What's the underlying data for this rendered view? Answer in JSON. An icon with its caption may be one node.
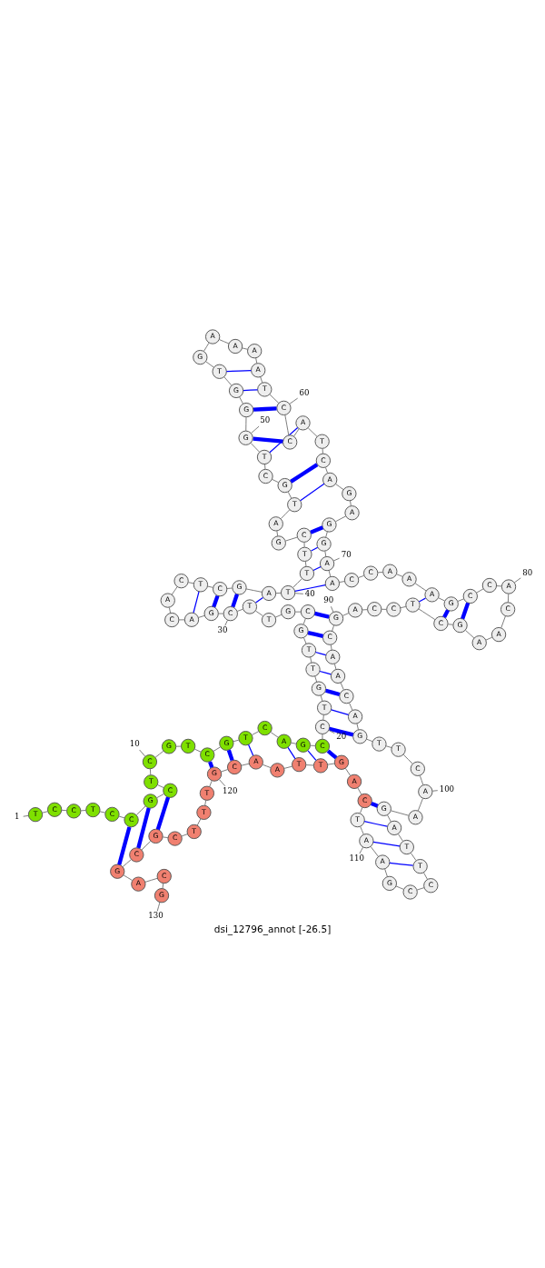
{
  "diagram": {
    "caption": "dsi_12796_annot [-26.5]",
    "nodes": [
      {
        "text": [
          "T"
        ]
      },
      {
        "text": [
          "C"
        ]
      },
      {
        "text": [
          "C"
        ]
      },
      {
        "text": [
          "T"
        ]
      },
      {
        "text": [
          "C"
        ]
      },
      {
        "text": [
          "C"
        ]
      },
      {
        "text": [
          "G"
        ]
      },
      {
        "text": [
          "C"
        ]
      },
      {
        "text": [
          "T"
        ]
      },
      {
        "text": [
          "C"
        ]
      },
      {
        "text": [
          "G"
        ]
      },
      {
        "text": [
          "T"
        ]
      },
      {
        "text": [
          "C"
        ]
      },
      {
        "text": [
          "G"
        ]
      },
      {
        "text": [
          "T"
        ]
      },
      {
        "text": [
          "C"
        ]
      },
      {
        "text": [
          "A"
        ]
      },
      {
        "text": [
          "G"
        ]
      },
      {
        "text": [
          "C"
        ]
      },
      {
        "text": [
          "C"
        ]
      },
      {
        "text": [
          "T"
        ]
      },
      {
        "text": [
          "G"
        ]
      },
      {
        "text": [
          "T"
        ]
      },
      {
        "text": [
          "T"
        ]
      },
      {
        "text": [
          "G"
        ]
      },
      {
        "text": [
          "C"
        ]
      },
      {
        "text": [
          "G"
        ]
      },
      {
        "text": [
          "T"
        ]
      },
      {
        "text": [
          "T"
        ]
      },
      {
        "text": [
          "C"
        ]
      },
      {
        "text": [
          "G"
        ]
      },
      {
        "text": [
          "A"
        ]
      },
      {
        "text": [
          "C"
        ]
      },
      {
        "text": [
          "A"
        ]
      },
      {
        "text": [
          "C"
        ]
      },
      {
        "text": [
          "T"
        ]
      },
      {
        "text": [
          "C"
        ]
      },
      {
        "text": [
          "G"
        ]
      },
      {
        "text": [
          "A"
        ]
      },
      {
        "text": [
          "T"
        ]
      },
      {
        "text": [
          "T"
        ]
      },
      {
        "text": [
          "T"
        ]
      },
      {
        "text": [
          "C"
        ]
      },
      {
        "text": [
          "G"
        ]
      },
      {
        "text": [
          "A"
        ]
      },
      {
        "text": [
          "T"
        ]
      },
      {
        "text": [
          "G"
        ]
      },
      {
        "text": [
          "C"
        ]
      },
      {
        "text": [
          "T"
        ]
      },
      {
        "text": [
          "G"
        ]
      },
      {
        "text": [
          "G"
        ]
      },
      {
        "text": [
          "G"
        ]
      },
      {
        "text": [
          "T"
        ]
      },
      {
        "text": [
          "G"
        ]
      },
      {
        "text": [
          "A"
        ]
      },
      {
        "text": [
          "A"
        ]
      },
      {
        "text": [
          "A"
        ]
      },
      {
        "text": [
          "A"
        ]
      },
      {
        "text": [
          "T"
        ]
      },
      {
        "text": [
          "C"
        ]
      },
      {
        "text": [
          "C"
        ]
      },
      {
        "text": [
          "A"
        ]
      },
      {
        "text": [
          "T"
        ]
      },
      {
        "text": [
          "C"
        ]
      },
      {
        "text": [
          "A"
        ]
      },
      {
        "text": [
          "G"
        ]
      },
      {
        "text": [
          "A"
        ]
      },
      {
        "text": [
          "G"
        ]
      },
      {
        "text": [
          "G"
        ]
      },
      {
        "text": [
          "A"
        ]
      },
      {
        "text": [
          "A"
        ]
      },
      {
        "text": [
          "C"
        ]
      },
      {
        "text": [
          "C"
        ]
      },
      {
        "text": [
          "A"
        ]
      },
      {
        "text": [
          "A"
        ]
      },
      {
        "text": [
          "A"
        ]
      },
      {
        "text": [
          "G"
        ]
      },
      {
        "text": [
          "C"
        ]
      },
      {
        "text": [
          "C"
        ]
      },
      {
        "text": [
          "A"
        ]
      },
      {
        "text": [
          "C"
        ]
      },
      {
        "text": [
          "A"
        ]
      },
      {
        "text": [
          "A"
        ]
      },
      {
        "text": [
          "G"
        ]
      },
      {
        "text": [
          "C"
        ]
      },
      {
        "text": [
          "T"
        ]
      },
      {
        "text": [
          "C"
        ]
      },
      {
        "text": [
          "C"
        ]
      },
      {
        "text": [
          "A"
        ]
      },
      {
        "text": [
          "G"
        ]
      },
      {
        "text": [
          "C"
        ]
      },
      {
        "text": [
          "A"
        ]
      },
      {
        "text": [
          "A"
        ]
      },
      {
        "text": [
          "C"
        ]
      },
      {
        "text": [
          "A"
        ]
      },
      {
        "text": [
          "G"
        ]
      },
      {
        "text": [
          "T"
        ]
      },
      {
        "text": [
          "T"
        ]
      },
      {
        "text": [
          "C"
        ]
      },
      {
        "text": [
          "A"
        ]
      },
      {
        "text": [
          "A"
        ]
      },
      {
        "text": [
          "G"
        ]
      },
      {
        "text": [
          "A"
        ]
      },
      {
        "text": [
          "T"
        ]
      },
      {
        "text": [
          "T"
        ]
      },
      {
        "text": [
          "C"
        ]
      },
      {
        "text": [
          "C"
        ]
      },
      {
        "text": [
          "G"
        ]
      },
      {
        "text": [
          "A"
        ]
      },
      {
        "text": [
          "A"
        ]
      },
      {
        "text": [
          "T"
        ]
      },
      {
        "text": [
          "C"
        ]
      },
      {
        "text": [
          "A"
        ]
      },
      {
        "text": [
          "G"
        ]
      },
      {
        "text": [
          "T"
        ]
      },
      {
        "text": [
          "T"
        ]
      },
      {
        "text": [
          "A"
        ]
      },
      {
        "text": [
          "A"
        ]
      },
      {
        "text": [
          "C"
        ]
      },
      {
        "text": [
          "G"
        ]
      },
      {
        "text": [
          "T"
        ]
      },
      {
        "text": [
          "T"
        ]
      },
      {
        "text": [
          "T"
        ]
      },
      {
        "text": [
          "C"
        ]
      },
      {
        "text": [
          "G"
        ]
      },
      {
        "text": [
          "C"
        ]
      },
      {
        "text": [
          "G"
        ]
      },
      {
        "text": [
          "A"
        ]
      },
      {
        "text": [
          "C"
        ]
      },
      {
        "text": [
          "G"
        ]
      },
      {
        "text": [
          "1"
        ]
      },
      {
        "text": [
          "10"
        ]
      },
      {
        "text": [
          "20"
        ]
      },
      {
        "text": [
          "30"
        ]
      },
      {
        "text": [
          "40"
        ]
      },
      {
        "text": [
          "50"
        ]
      },
      {
        "text": [
          "60"
        ]
      },
      {
        "text": [
          "70"
        ]
      },
      {
        "text": [
          "80"
        ]
      },
      {
        "text": [
          "90"
        ]
      },
      {
        "text": [
          "100"
        ]
      },
      {
        "text": [
          "110"
        ]
      },
      {
        "text": [
          "120"
        ]
      },
      {
        "text": [
          "130"
        ]
      }
    ],
    "edges": [
      {
        "from": 0,
        "to": 1,
        "arrow": "none"
      },
      {
        "from": 1,
        "to": 2,
        "arrow": "none"
      },
      {
        "from": 2,
        "to": 3,
        "arrow": "none"
      },
      {
        "from": 3,
        "to": 4,
        "arrow": "none"
      },
      {
        "from": 4,
        "to": 5,
        "arrow": "none"
      },
      {
        "from": 5,
        "to": 6,
        "arrow": "none"
      },
      {
        "from": 6,
        "to": 7,
        "arrow": "none"
      },
      {
        "from": 7,
        "to": 8,
        "arrow": "none"
      },
      {
        "from": 8,
        "to": 9,
        "arrow": "none"
      },
      {
        "from": 9,
        "to": 10,
        "arrow": "none"
      },
      {
        "from": 10,
        "to": 11,
        "arrow": "none"
      },
      {
        "from": 11,
        "to": 12,
        "arrow": "none"
      },
      {
        "from": 12,
        "to": 13,
        "arrow": "none"
      },
      {
        "from": 13,
        "to": 14,
        "arrow": "none"
      },
      {
        "from": 14,
        "to": 15,
        "arrow": "none"
      },
      {
        "from": 15,
        "to": 16,
        "arrow": "none"
      },
      {
        "from": 16,
        "to": 17,
        "arrow": "none"
      },
      {
        "from": 17,
        "to": 18,
        "arrow": "none"
      },
      {
        "from": 18,
        "to": 19,
        "arrow": "none"
      },
      {
        "from": 19,
        "to": 20,
        "arrow": "none"
      },
      {
        "from": 20,
        "to": 21,
        "arrow": "none"
      },
      {
        "from": 21,
        "to": 22,
        "arrow": "none"
      },
      {
        "from": 22,
        "to": 23,
        "arrow": "none"
      },
      {
        "from": 23,
        "to": 24,
        "arrow": "none"
      },
      {
        "from": 24,
        "to": 25,
        "arrow": "none"
      },
      {
        "from": 25,
        "to": 26,
        "arrow": "none"
      },
      {
        "from": 26,
        "to": 27,
        "arrow": "none"
      },
      {
        "from": 27,
        "to": 28,
        "arrow": "none"
      },
      {
        "from": 28,
        "to": 29,
        "arrow": "none"
      },
      {
        "from": 29,
        "to": 30,
        "arrow": "none"
      },
      {
        "from": 30,
        "to": 31,
        "arrow": "none"
      },
      {
        "from": 31,
        "to": 32,
        "arrow": "none"
      },
      {
        "from": 32,
        "to": 33,
        "arrow": "none"
      },
      {
        "from": 33,
        "to": 34,
        "arrow": "none"
      },
      {
        "from": 34,
        "to": 35,
        "arrow": "none"
      },
      {
        "from": 35,
        "to": 36,
        "arrow": "none"
      },
      {
        "from": 36,
        "to": 37,
        "arrow": "none"
      },
      {
        "from": 37,
        "to": 38,
        "arrow": "none"
      },
      {
        "from": 38,
        "to": 39,
        "arrow": "none"
      },
      {
        "from": 39,
        "to": 40,
        "arrow": "none"
      },
      {
        "from": 40,
        "to": 41,
        "arrow": "none"
      },
      {
        "from": 41,
        "to": 42,
        "arrow": "none"
      },
      {
        "from": 42,
        "to": 43,
        "arrow": "none"
      },
      {
        "from": 43,
        "to": 44,
        "arrow": "none"
      },
      {
        "from": 44,
        "to": 45,
        "arrow": "none"
      },
      {
        "from": 45,
        "to": 46,
        "arrow": "none"
      },
      {
        "from": 46,
        "to": 47,
        "arrow": "none"
      },
      {
        "from": 47,
        "to": 48,
        "arrow": "none"
      },
      {
        "from": 48,
        "to": 49,
        "arrow": "none"
      },
      {
        "from": 49,
        "to": 50,
        "arrow": "none"
      },
      {
        "from": 50,
        "to": 51,
        "arrow": "none"
      },
      {
        "from": 51,
        "to": 52,
        "arrow": "none"
      },
      {
        "from": 52,
        "to": 53,
        "arrow": "none"
      },
      {
        "from": 53,
        "to": 54,
        "arrow": "none"
      },
      {
        "from": 54,
        "to": 55,
        "arrow": "none"
      },
      {
        "from": 55,
        "to": 56,
        "arrow": "none"
      },
      {
        "from": 56,
        "to": 57,
        "arrow": "none"
      },
      {
        "from": 57,
        "to": 58,
        "arrow": "none"
      },
      {
        "from": 58,
        "to": 59,
        "arrow": "none"
      },
      {
        "from": 59,
        "to": 60,
        "arrow": "none"
      },
      {
        "from": 60,
        "to": 61,
        "arrow": "none"
      },
      {
        "from": 61,
        "to": 62,
        "arrow": "none"
      },
      {
        "from": 62,
        "to": 63,
        "arrow": "none"
      },
      {
        "from": 63,
        "to": 64,
        "arrow": "none"
      },
      {
        "from": 64,
        "to": 65,
        "arrow": "none"
      },
      {
        "from": 65,
        "to": 66,
        "arrow": "none"
      },
      {
        "from": 66,
        "to": 67,
        "arrow": "none"
      },
      {
        "from": 67,
        "to": 68,
        "arrow": "none"
      },
      {
        "from": 68,
        "to": 69,
        "arrow": "none"
      },
      {
        "from": 69,
        "to": 70,
        "arrow": "none"
      },
      {
        "from": 70,
        "to": 71,
        "arrow": "none"
      },
      {
        "from": 71,
        "to": 72,
        "arrow": "none"
      },
      {
        "from": 72,
        "to": 73,
        "arrow": "none"
      },
      {
        "from": 73,
        "to": 74,
        "arrow": "none"
      },
      {
        "from": 74,
        "to": 75,
        "arrow": "none"
      },
      {
        "from": 75,
        "to": 76,
        "arrow": "none"
      },
      {
        "from": 76,
        "to": 77,
        "arrow": "none"
      },
      {
        "from": 77,
        "to": 78,
        "arrow": "none"
      },
      {
        "from": 78,
        "to": 79,
        "arrow": "none"
      },
      {
        "from": 79,
        "to": 80,
        "arrow": "none"
      },
      {
        "from": 80,
        "to": 81,
        "arrow": "none"
      },
      {
        "from": 81,
        "to": 82,
        "arrow": "none"
      },
      {
        "from": 82,
        "to": 83,
        "arrow": "none"
      },
      {
        "from": 83,
        "to": 84,
        "arrow": "none"
      },
      {
        "from": 84,
        "to": 85,
        "arrow": "none"
      },
      {
        "from": 85,
        "to": 86,
        "arrow": "none"
      },
      {
        "from": 86,
        "to": 87,
        "arrow": "none"
      },
      {
        "from": 87,
        "to": 88,
        "arrow": "none"
      },
      {
        "from": 88,
        "to": 89,
        "arrow": "none"
      },
      {
        "from": 89,
        "to": 90,
        "arrow": "none"
      },
      {
        "from": 90,
        "to": 91,
        "arrow": "none"
      },
      {
        "from": 91,
        "to": 92,
        "arrow": "none"
      },
      {
        "from": 92,
        "to": 93,
        "arrow": "none"
      },
      {
        "from": 93,
        "to": 94,
        "arrow": "none"
      },
      {
        "from": 94,
        "to": 95,
        "arrow": "none"
      },
      {
        "from": 95,
        "to": 96,
        "arrow": "none"
      },
      {
        "from": 96,
        "to": 97,
        "arrow": "none"
      },
      {
        "from": 97,
        "to": 98,
        "arrow": "none"
      },
      {
        "from": 98,
        "to": 99,
        "arrow": "none"
      },
      {
        "from": 99,
        "to": 100,
        "arrow": "none"
      },
      {
        "from": 100,
        "to": 101,
        "arrow": "none"
      },
      {
        "from": 101,
        "to": 102,
        "arrow": "none"
      },
      {
        "from": 102,
        "to": 103,
        "arrow": "none"
      },
      {
        "from": 103,
        "to": 104,
        "arrow": "none"
      },
      {
        "from": 104,
        "to": 105,
        "arrow": "none"
      },
      {
        "from": 105,
        "to": 106,
        "arrow": "none"
      },
      {
        "from": 106,
        "to": 107,
        "arrow": "none"
      },
      {
        "from": 107,
        "to": 108,
        "arrow": "none"
      },
      {
        "from": 108,
        "to": 109,
        "arrow": "none"
      },
      {
        "from": 109,
        "to": 110,
        "arrow": "none"
      },
      {
        "from": 110,
        "to": 111,
        "arrow": "none"
      },
      {
        "from": 111,
        "to": 112,
        "arrow": "none"
      },
      {
        "from": 112,
        "to": 113,
        "arrow": "none"
      },
      {
        "from": 113,
        "to": 114,
        "arrow": "none"
      },
      {
        "from": 114,
        "to": 115,
        "arrow": "none"
      },
      {
        "from": 115,
        "to": 116,
        "arrow": "none"
      },
      {
        "from": 116,
        "to": 117,
        "arrow": "none"
      },
      {
        "from": 117,
        "to": 118,
        "arrow": "none"
      },
      {
        "from": 118,
        "to": 119,
        "arrow": "none"
      },
      {
        "from": 119,
        "to": 120,
        "arrow": "none"
      },
      {
        "from": 120,
        "to": 121,
        "arrow": "none"
      },
      {
        "from": 121,
        "to": 122,
        "arrow": "none"
      },
      {
        "from": 122,
        "to": 123,
        "arrow": "none"
      },
      {
        "from": 123,
        "to": 124,
        "arrow": "none"
      },
      {
        "from": 124,
        "to": 125,
        "arrow": "none"
      },
      {
        "from": 125,
        "to": 126,
        "arrow": "none"
      },
      {
        "from": 126,
        "to": 127,
        "arrow": "none"
      },
      {
        "from": 127,
        "to": 128,
        "arrow": "none"
      },
      {
        "from": 128,
        "to": 129,
        "arrow": "none"
      },
      {
        "from": 5,
        "to": 126,
        "arrow": "none",
        "style": "thick",
        "color": "#0000ff"
      },
      {
        "from": 6,
        "to": 125,
        "arrow": "none",
        "style": "thick",
        "color": "#0000ff"
      },
      {
        "from": 7,
        "to": 124,
        "arrow": "none",
        "style": "thick",
        "color": "#0000ff"
      },
      {
        "from": 12,
        "to": 119,
        "arrow": "none",
        "style": "thick",
        "color": "#0000ff"
      },
      {
        "from": 13,
        "to": 118,
        "arrow": "none",
        "style": "thick",
        "color": "#0000ff"
      },
      {
        "from": 14,
        "to": 117,
        "arrow": "none",
        "color": "#0000ff"
      },
      {
        "from": 16,
        "to": 115,
        "arrow": "none",
        "color": "#0000ff"
      },
      {
        "from": 17,
        "to": 114,
        "arrow": "none",
        "color": "#0000ff"
      },
      {
        "from": 18,
        "to": 113,
        "arrow": "none",
        "style": "thick",
        "color": "#0000ff"
      },
      {
        "from": 19,
        "to": 95,
        "arrow": "none",
        "style": "thick",
        "color": "#0000ff"
      },
      {
        "from": 20,
        "to": 94,
        "arrow": "none",
        "color": "#0000ff"
      },
      {
        "from": 21,
        "to": 93,
        "arrow": "none",
        "style": "thick",
        "color": "#0000ff"
      },
      {
        "from": 22,
        "to": 92,
        "arrow": "none",
        "color": "#0000ff"
      },
      {
        "from": 23,
        "to": 91,
        "arrow": "none",
        "color": "#0000ff"
      },
      {
        "from": 24,
        "to": 90,
        "arrow": "none",
        "style": "thick",
        "color": "#0000ff"
      },
      {
        "from": 25,
        "to": 89,
        "arrow": "none",
        "style": "thick",
        "color": "#0000ff"
      },
      {
        "from": 28,
        "to": 38,
        "arrow": "none",
        "color": "#0000ff"
      },
      {
        "from": 29,
        "to": 37,
        "arrow": "none",
        "style": "thick",
        "color": "#0000ff"
      },
      {
        "from": 30,
        "to": 36,
        "arrow": "none",
        "style": "thick",
        "color": "#0000ff"
      },
      {
        "from": 31,
        "to": 35,
        "arrow": "none",
        "color": "#0000ff"
      },
      {
        "from": 39,
        "to": 70,
        "arrow": "none",
        "color": "#0000ff"
      },
      {
        "from": 40,
        "to": 69,
        "arrow": "none",
        "color": "#0000ff"
      },
      {
        "from": 41,
        "to": 68,
        "arrow": "none",
        "color": "#0000ff"
      },
      {
        "from": 42,
        "to": 67,
        "arrow": "none",
        "style": "thick",
        "color": "#0000ff"
      },
      {
        "from": 45,
        "to": 64,
        "arrow": "none",
        "color": "#0000ff"
      },
      {
        "from": 46,
        "to": 63,
        "arrow": "none",
        "style": "thick",
        "color": "#0000ff"
      },
      {
        "from": 48,
        "to": 61,
        "arrow": "none",
        "color": "#0000ff"
      },
      {
        "from": 49,
        "to": 60,
        "arrow": "none",
        "style": "thick",
        "color": "#0000ff"
      },
      {
        "from": 50,
        "to": 59,
        "arrow": "none",
        "style": "thick",
        "color": "#0000ff"
      },
      {
        "from": 51,
        "to": 58,
        "arrow": "none",
        "color": "#0000ff"
      },
      {
        "from": 52,
        "to": 57,
        "arrow": "none",
        "color": "#0000ff"
      },
      {
        "from": 75,
        "to": 85,
        "arrow": "none",
        "color": "#0000ff"
      },
      {
        "from": 76,
        "to": 84,
        "arrow": "none",
        "style": "thick",
        "color": "#0000ff"
      },
      {
        "from": 77,
        "to": 83,
        "arrow": "none",
        "style": "thick",
        "color": "#0000ff"
      },
      {
        "from": 101,
        "to": 111,
        "arrow": "none",
        "style": "thick",
        "color": "#0000ff"
      },
      {
        "from": 102,
        "to": 110,
        "arrow": "none",
        "color": "#0000ff"
      },
      {
        "from": 103,
        "to": 109,
        "arrow": "none",
        "color": "#0000ff"
      },
      {
        "from": 104,
        "to": 108,
        "arrow": "none",
        "color": "#0000ff"
      },
      {
        "from": 130,
        "to": 0,
        "arrow": "none"
      },
      {
        "from": 131,
        "to": 9,
        "arrow": "none"
      },
      {
        "from": 132,
        "to": 19,
        "arrow": "none"
      },
      {
        "from": 133,
        "to": 29,
        "arrow": "none"
      },
      {
        "from": 134,
        "to": 39,
        "arrow": "none"
      },
      {
        "from": 135,
        "to": 49,
        "arrow": "none"
      },
      {
        "from": 136,
        "to": 59,
        "arrow": "none"
      },
      {
        "from": 137,
        "to": 69,
        "arrow": "none"
      },
      {
        "from": 138,
        "to": 79,
        "arrow": "none"
      },
      {
        "from": 139,
        "to": 89,
        "arrow": "none"
      },
      {
        "from": 140,
        "to": 99,
        "arrow": "none"
      },
      {
        "from": 141,
        "to": 109,
        "arrow": "none"
      },
      {
        "from": 142,
        "to": 119,
        "arrow": "none"
      },
      {
        "from": 143,
        "to": 129,
        "arrow": "none"
      }
    ]
  }
}
